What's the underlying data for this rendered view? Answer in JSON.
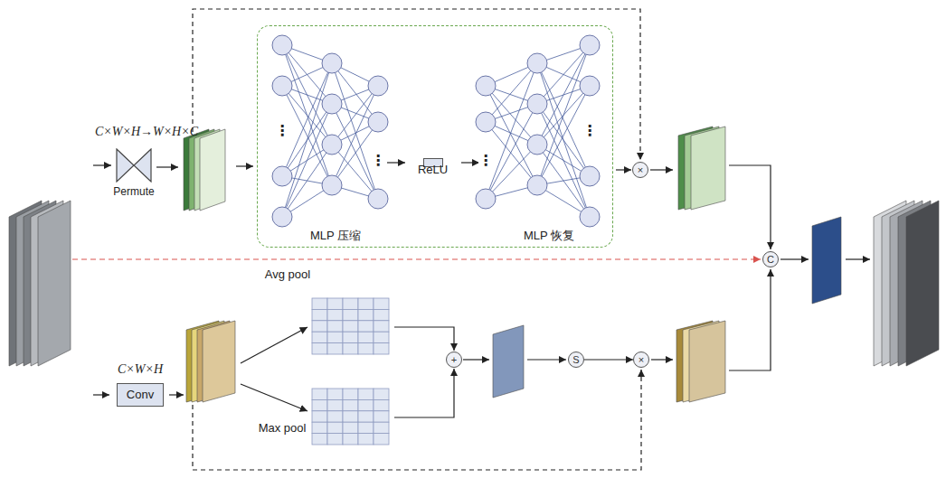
{
  "diagram": {
    "nodes": [
      {
        "text": [
          "Permute"
        ]
      },
      {
        "text": [
          "MLP 压缩",
          "MLP 恢复"
        ]
      },
      {
        "text": [
          "ReLU"
        ],
        "in": 1
      },
      {
        "text": [
          "×"
        ]
      },
      {
        "text": [
          "C"
        ]
      },
      {
        "text": [
          "Conv"
        ]
      },
      {
        "text": [
          "+"
        ]
      },
      {
        "text": [
          "S"
        ]
      },
      {
        "text": [
          "×"
        ]
      }
    ],
    "edges": [
      {
        "from": 7,
        "to": 8,
        "arrow": "to"
      }
    ],
    "labels": [
      "C×W×H→W×H×C",
      "⋮",
      "⋮",
      "⋮",
      "⋮",
      "Avg pool",
      "Max pool",
      "C×W×H"
    ]
  }
}
